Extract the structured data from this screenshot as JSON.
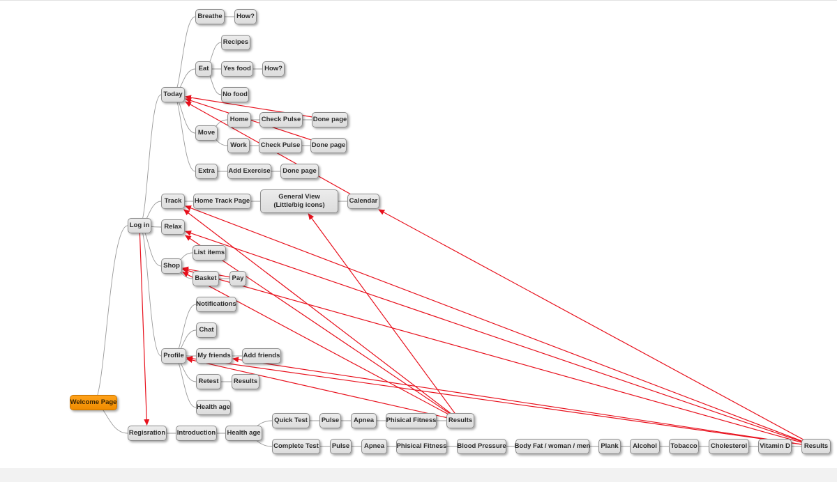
{
  "nodes": {
    "welcome": "Welcome Page",
    "login": "Log in",
    "registration": "Regisration",
    "today": "Today",
    "breathe": "Breathe",
    "breathe_how": "How?",
    "eat": "Eat",
    "recipes": "Recipes",
    "yes_food": "Yes food",
    "yes_food_how": "How?",
    "no_food": "No food",
    "move": "Move",
    "home": "Home",
    "home_check_pulse": "Check Pulse",
    "home_done": "Done page",
    "work": "Work",
    "work_check_pulse": "Check Pulse",
    "work_done": "Done page",
    "extra": "Extra",
    "add_exercise": "Add Exercise",
    "extra_done": "Done page",
    "track": "Track",
    "home_track_page": "Home Track Page",
    "general_view": "General View (Little/big icons)",
    "calendar": "Calendar",
    "relax": "Relax",
    "shop": "Shop",
    "list_items": "List items",
    "basket": "Basket",
    "pay": "Pay",
    "profile": "Profile",
    "notifications": "Notifications",
    "chat": "Chat",
    "my_friends": "My friends",
    "add_friends": "Add friends",
    "retest": "Retest",
    "retest_results": "Results",
    "profile_health_age": "Health age",
    "introduction": "Introduction",
    "health_age": "Health age",
    "quick_test": "Quick Test",
    "quick_pulse": "Pulse",
    "quick_apnea": "Apnea",
    "quick_fitness": "Phisical Fitness",
    "quick_results": "Results",
    "complete_test": "Complete Test",
    "complete_pulse": "Pulse",
    "complete_apnea": "Apnea",
    "complete_fitness": "Phisical Fitness",
    "blood_pressure": "Blood Pressure",
    "body_fat": "Body Fat / woman / men",
    "plank": "Plank",
    "alcohol": "Alcohol",
    "tobacco": "Tobacco",
    "cholesterol": "Cholesterol",
    "vitamin_d": "Vitamin D",
    "complete_results": "Results"
  },
  "colors": {
    "root": "#f39200",
    "node": "#e2e2e2",
    "tree_line": "#9a9a9a",
    "link_arrow": "#e8101c"
  },
  "tree_edges": [
    [
      "welcome",
      "login"
    ],
    [
      "welcome",
      "registration"
    ],
    [
      "login",
      "today"
    ],
    [
      "login",
      "track"
    ],
    [
      "login",
      "relax"
    ],
    [
      "login",
      "shop"
    ],
    [
      "login",
      "profile"
    ],
    [
      "today",
      "breathe"
    ],
    [
      "breathe",
      "breathe_how"
    ],
    [
      "today",
      "eat"
    ],
    [
      "eat",
      "recipes"
    ],
    [
      "eat",
      "yes_food"
    ],
    [
      "yes_food",
      "yes_food_how"
    ],
    [
      "eat",
      "no_food"
    ],
    [
      "today",
      "move"
    ],
    [
      "move",
      "home"
    ],
    [
      "home",
      "home_check_pulse"
    ],
    [
      "home_check_pulse",
      "home_done"
    ],
    [
      "move",
      "work"
    ],
    [
      "work",
      "work_check_pulse"
    ],
    [
      "work_check_pulse",
      "work_done"
    ],
    [
      "today",
      "extra"
    ],
    [
      "extra",
      "add_exercise"
    ],
    [
      "add_exercise",
      "extra_done"
    ],
    [
      "track",
      "home_track_page"
    ],
    [
      "home_track_page",
      "general_view"
    ],
    [
      "general_view",
      "calendar"
    ],
    [
      "shop",
      "list_items"
    ],
    [
      "shop",
      "basket"
    ],
    [
      "basket",
      "pay"
    ],
    [
      "profile",
      "notifications"
    ],
    [
      "profile",
      "chat"
    ],
    [
      "profile",
      "my_friends"
    ],
    [
      "my_friends",
      "add_friends"
    ],
    [
      "profile",
      "retest"
    ],
    [
      "retest",
      "retest_results"
    ],
    [
      "profile",
      "profile_health_age"
    ],
    [
      "registration",
      "introduction"
    ],
    [
      "introduction",
      "health_age"
    ],
    [
      "health_age",
      "quick_test"
    ],
    [
      "quick_test",
      "quick_pulse"
    ],
    [
      "quick_pulse",
      "quick_apnea"
    ],
    [
      "quick_apnea",
      "quick_fitness"
    ],
    [
      "quick_fitness",
      "quick_results"
    ],
    [
      "health_age",
      "complete_test"
    ],
    [
      "complete_test",
      "complete_pulse"
    ],
    [
      "complete_pulse",
      "complete_apnea"
    ],
    [
      "complete_apnea",
      "complete_fitness"
    ],
    [
      "complete_fitness",
      "blood_pressure"
    ],
    [
      "blood_pressure",
      "body_fat"
    ],
    [
      "body_fat",
      "plank"
    ],
    [
      "plank",
      "alcohol"
    ],
    [
      "alcohol",
      "tobacco"
    ],
    [
      "tobacco",
      "cholesterol"
    ],
    [
      "cholesterol",
      "vitamin_d"
    ],
    [
      "vitamin_d",
      "complete_results"
    ]
  ],
  "link_arrows": [
    [
      "login",
      "registration"
    ],
    [
      "home_done",
      "today"
    ],
    [
      "work_done",
      "today"
    ],
    [
      "calendar",
      "today"
    ],
    [
      "pay",
      "shop"
    ],
    [
      "quick_results",
      "track"
    ],
    [
      "quick_results",
      "relax"
    ],
    [
      "quick_results",
      "shop"
    ],
    [
      "quick_results",
      "profile"
    ],
    [
      "quick_results",
      "general_view"
    ],
    [
      "complete_results",
      "track"
    ],
    [
      "complete_results",
      "relax"
    ],
    [
      "complete_results",
      "shop"
    ],
    [
      "complete_results",
      "profile"
    ],
    [
      "complete_results",
      "calendar"
    ],
    [
      "complete_results",
      "my_friends"
    ]
  ]
}
